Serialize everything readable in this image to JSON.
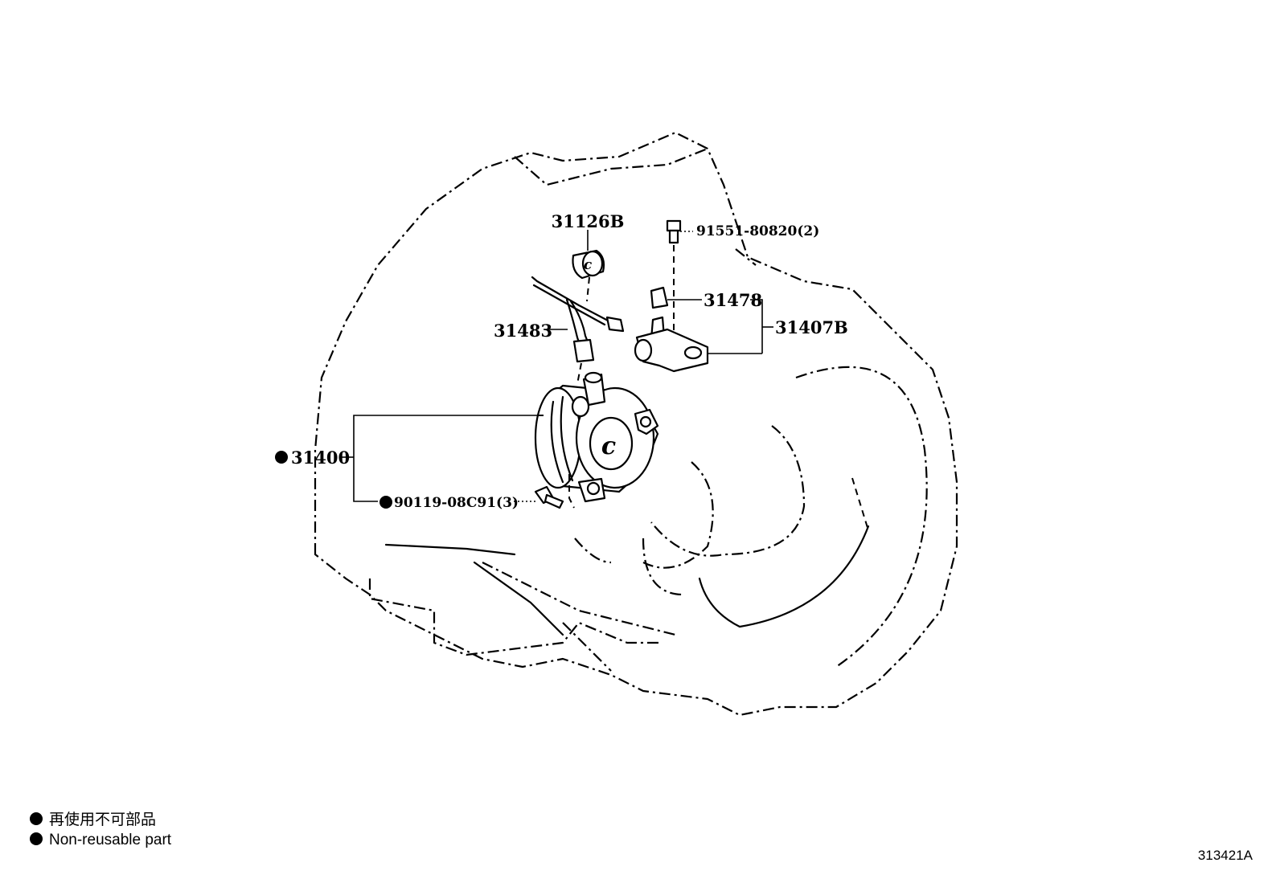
{
  "callouts": {
    "p31126b": "31126B",
    "p91551": "91551-80820(2)",
    "p31478": "31478",
    "p31407b": "31407B",
    "p31483": "31483",
    "p31400": "31400",
    "p90119": "90119-08C91(3)"
  },
  "legend": {
    "japanese": "再使用不可部品",
    "english": "Non-reusable part"
  },
  "diagram_code": "313421A"
}
